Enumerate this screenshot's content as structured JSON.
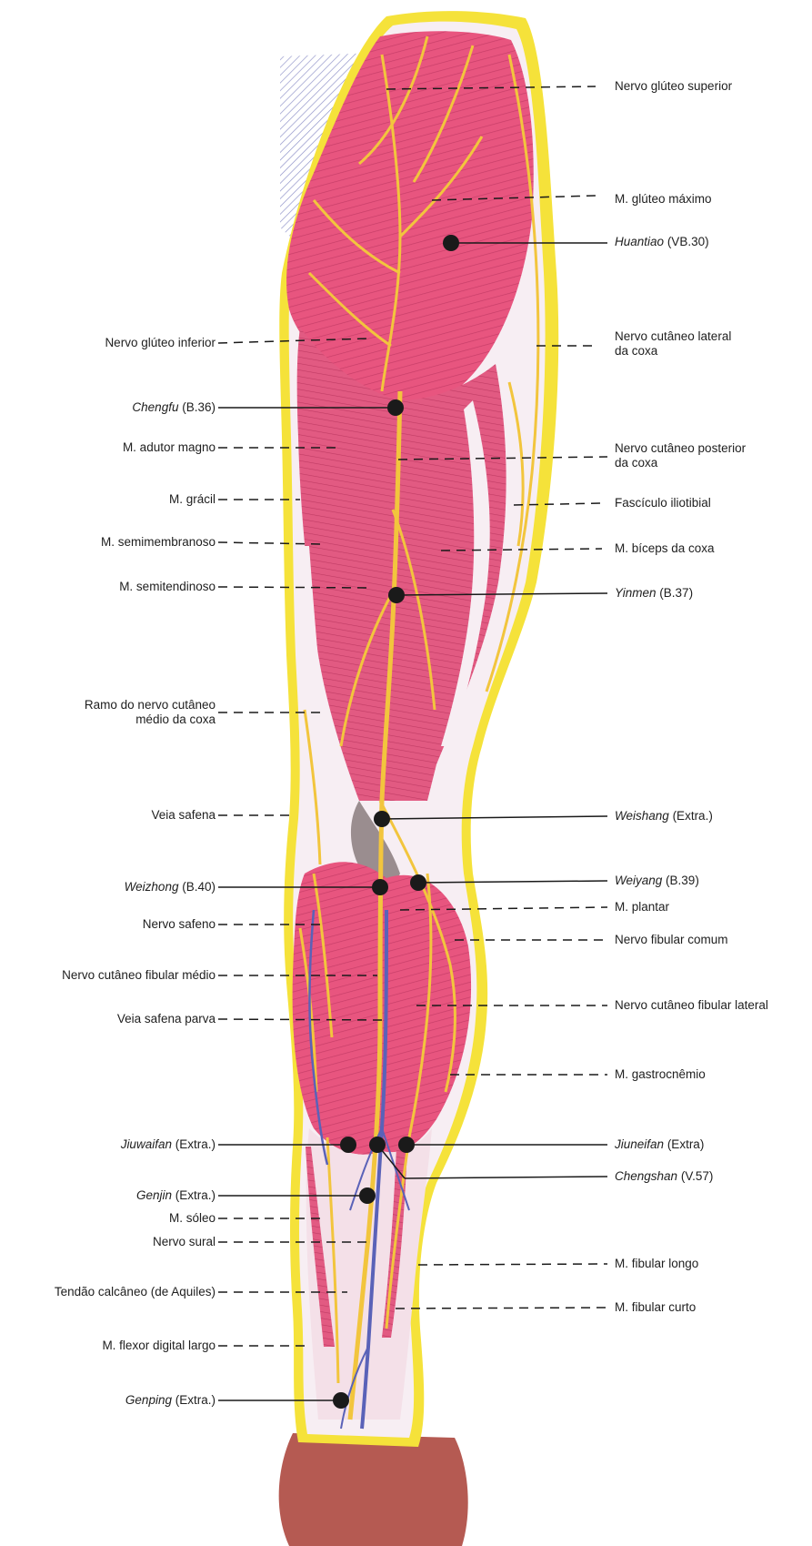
{
  "colors": {
    "muscle": "#e8557f",
    "muscle_dark": "#c73d68",
    "nerve": "#f2c53d",
    "outline": "#f5e23a",
    "vein": "#5a62b8",
    "heel": "#b55a52",
    "point": "#1a1a1a",
    "leader": "#1a1a1a"
  },
  "labels": {
    "nervo_gluteo_superior": "Nervo glúteo superior",
    "m_gluteo_maximo": "M. glúteo máximo",
    "huantiao": {
      "name": "Huantiao",
      "code": "(VB.30)"
    },
    "nervo_cutaneo_lateral_coxa": [
      "Nervo cutâneo lateral",
      "da coxa"
    ],
    "nervo_gluteo_inferior": "Nervo glúteo inferior",
    "chengfu": {
      "name": "Chengfu",
      "code": "(B.36)"
    },
    "nervo_cutaneo_posterior_coxa": [
      "Nervo cutâneo posterior",
      "da coxa"
    ],
    "m_adutor_magno": "M. adutor magno",
    "m_gracil": "M. grácil",
    "fasciculo_iliotibial": "Fascículo iliotibial",
    "m_semimembranoso": "M. semimembranoso",
    "m_biceps_coxa": "M. bíceps da coxa",
    "m_semitendinoso": "M. semitendinoso",
    "yinmen": {
      "name": "Yinmen",
      "code": "(B.37)"
    },
    "ramo_nervo_cutaneo_medio": [
      "Ramo do nervo cutâneo",
      "médio da coxa"
    ],
    "veia_safena": "Veia safena",
    "weishang": {
      "name": "Weishang",
      "code": "(Extra.)"
    },
    "weizhong": {
      "name": "Weizhong",
      "code": "(B.40)"
    },
    "weiyang": {
      "name": "Weiyang",
      "code": "(B.39)"
    },
    "m_plantar": "M. plantar",
    "nervo_safeno": "Nervo safeno",
    "nervo_fibular_comum": "Nervo fibular comum",
    "nervo_cutaneo_fibular_medio": "Nervo cutâneo fibular médio",
    "nervo_cutaneo_fibular_lateral": "Nervo cutâneo fibular lateral",
    "veia_safena_parva": "Veia safena parva",
    "m_gastrocnemio": "M. gastrocnêmio",
    "jiuwaifan": {
      "name": "Jiuwaifan",
      "code": "(Extra.)"
    },
    "jiuneifan": {
      "name": "Jiuneifan",
      "code": "(Extra)"
    },
    "chengshan": {
      "name": "Chengshan",
      "code": "(V.57)"
    },
    "genjin": {
      "name": "Genjin",
      "code": "(Extra.)"
    },
    "m_soleo": "M. sóleo",
    "nervo_sural": "Nervo sural",
    "m_fibular_longo": "M. fibular longo",
    "tendao_calcaneo": "Tendão calcâneo (de Aquiles)",
    "m_fibular_curto": "M. fibular curto",
    "m_flexor_digital_largo": "M. flexor digital largo",
    "genping": {
      "name": "Genping",
      "code": "(Extra.)"
    }
  }
}
